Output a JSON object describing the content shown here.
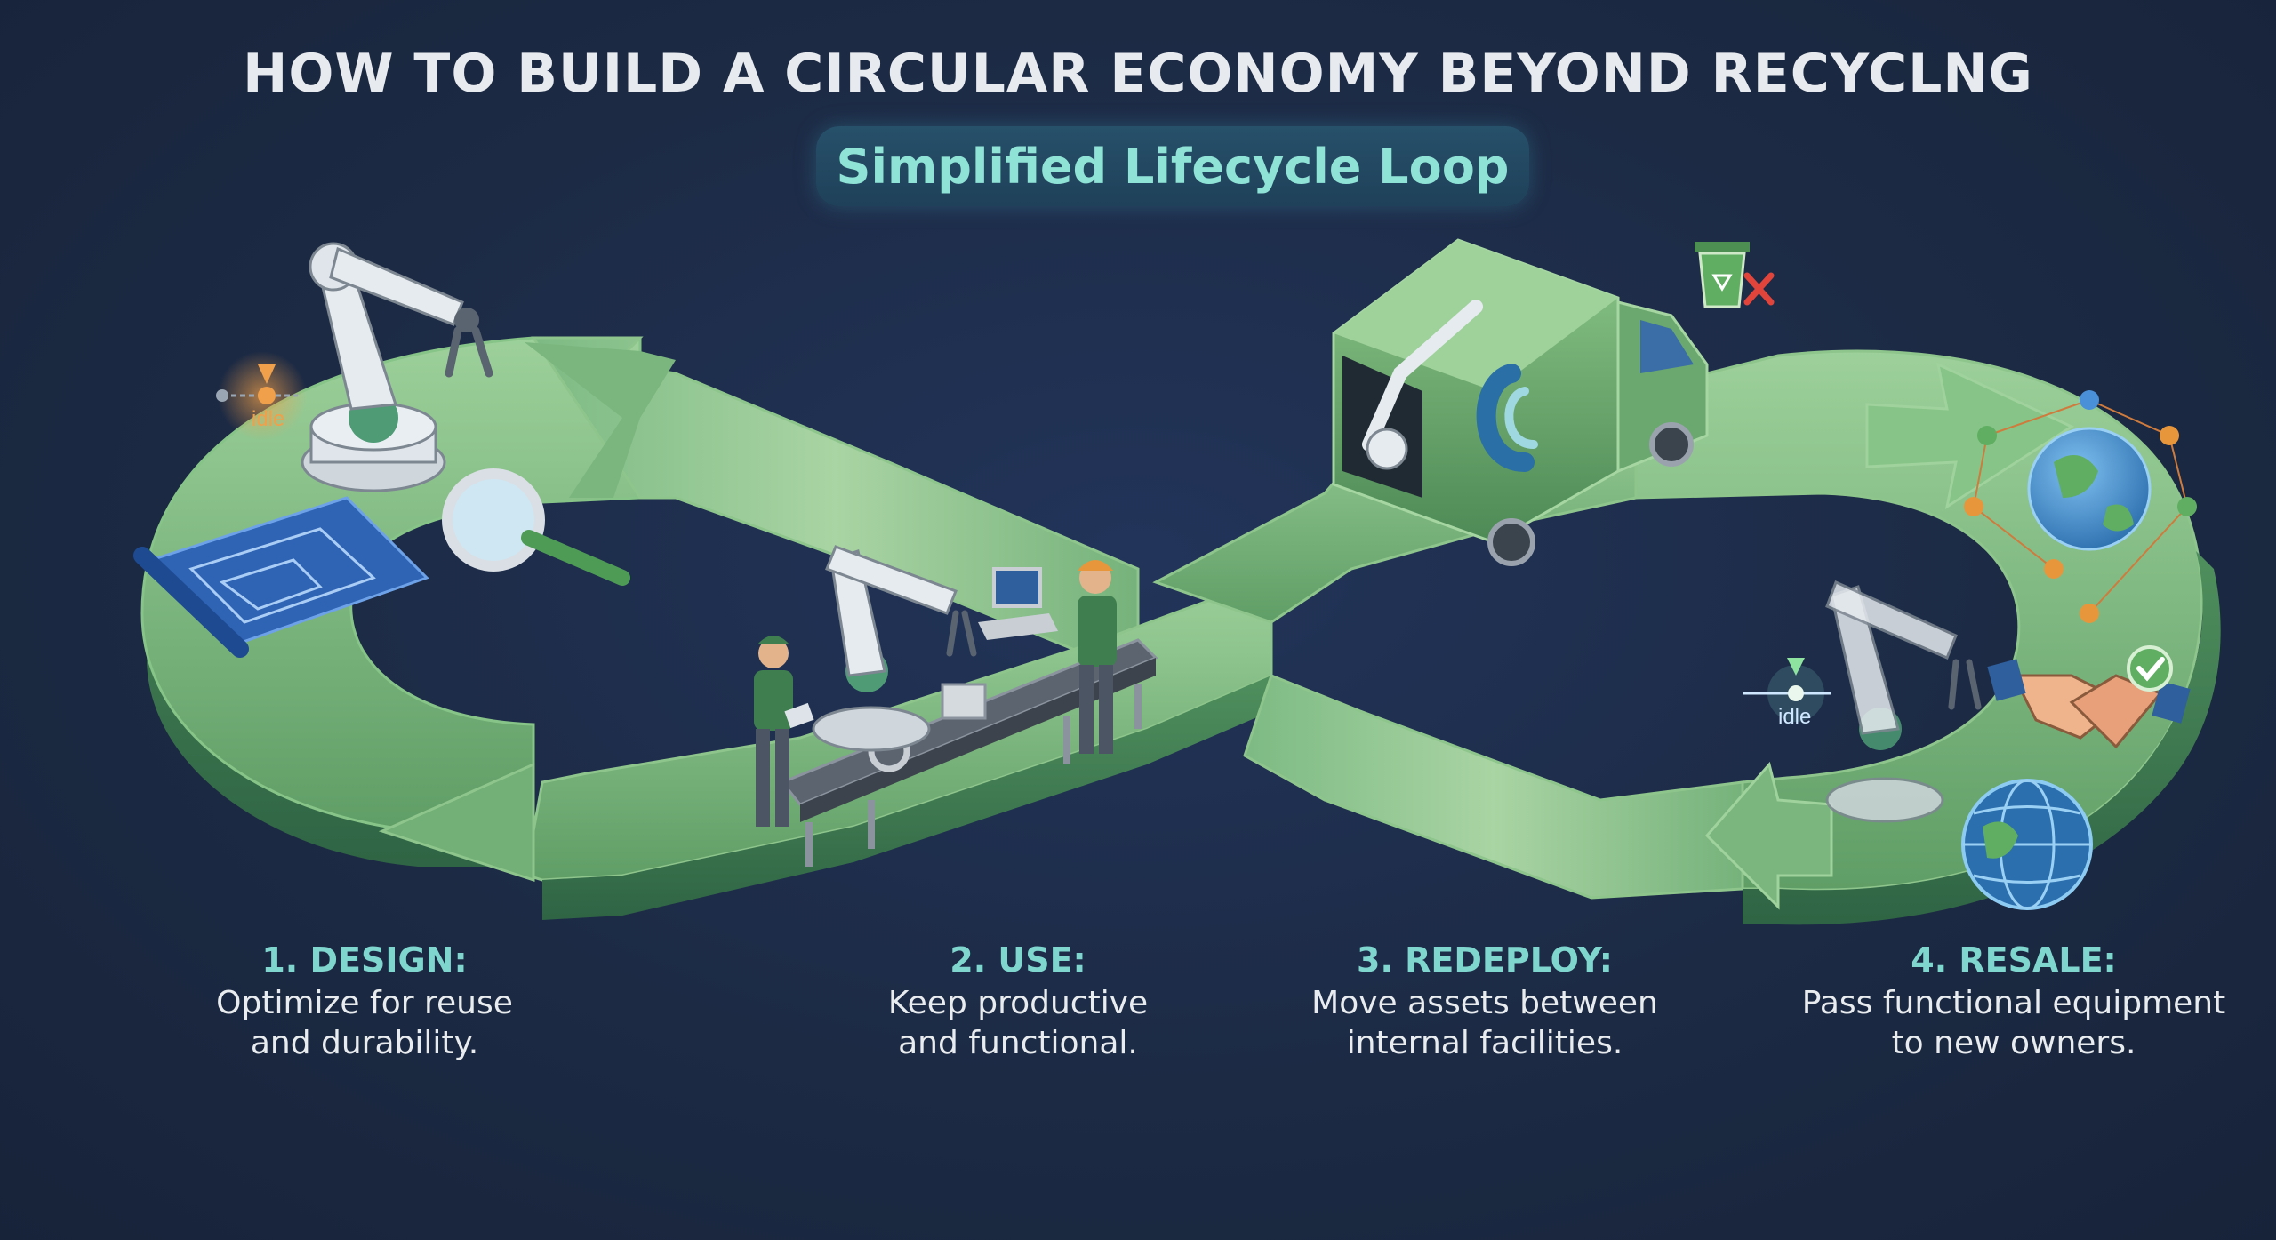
{
  "header": {
    "title": "HOW TO BUILD A CIRCULAR ECONOMY BEYOND RECYCLNG",
    "subtitle": "Simplified Lifecycle Loop"
  },
  "badges": {
    "idle_left": "idle",
    "idle_right": "idle"
  },
  "steps": [
    {
      "title": "1. DESIGN:",
      "line1": "Optimize for reuse",
      "line2": "and durability."
    },
    {
      "title": "2. USE:",
      "line1": "Keep productive",
      "line2": "and functional."
    },
    {
      "title": "3. REDEPLOY:",
      "line1": "Move assets between",
      "line2": "internal facilities."
    },
    {
      "title": "4. RESALE:",
      "line1": "Pass functional equipment",
      "line2": "to new owners."
    }
  ],
  "colors": {
    "background": "#1c2a44",
    "loop_green": "#6fae72",
    "loop_dark": "#3f7a52",
    "accent_teal": "#7fd6cf",
    "idle_orange": "#e8963c"
  },
  "icons": [
    "robot-arm-icon",
    "blueprint-icon",
    "magnifier-icon",
    "conveyor-icon",
    "worker-icon",
    "truck-icon",
    "recycle-bin-crossed-icon",
    "globe-network-icon",
    "handshake-icon",
    "checkmark-icon",
    "globe-icon"
  ]
}
